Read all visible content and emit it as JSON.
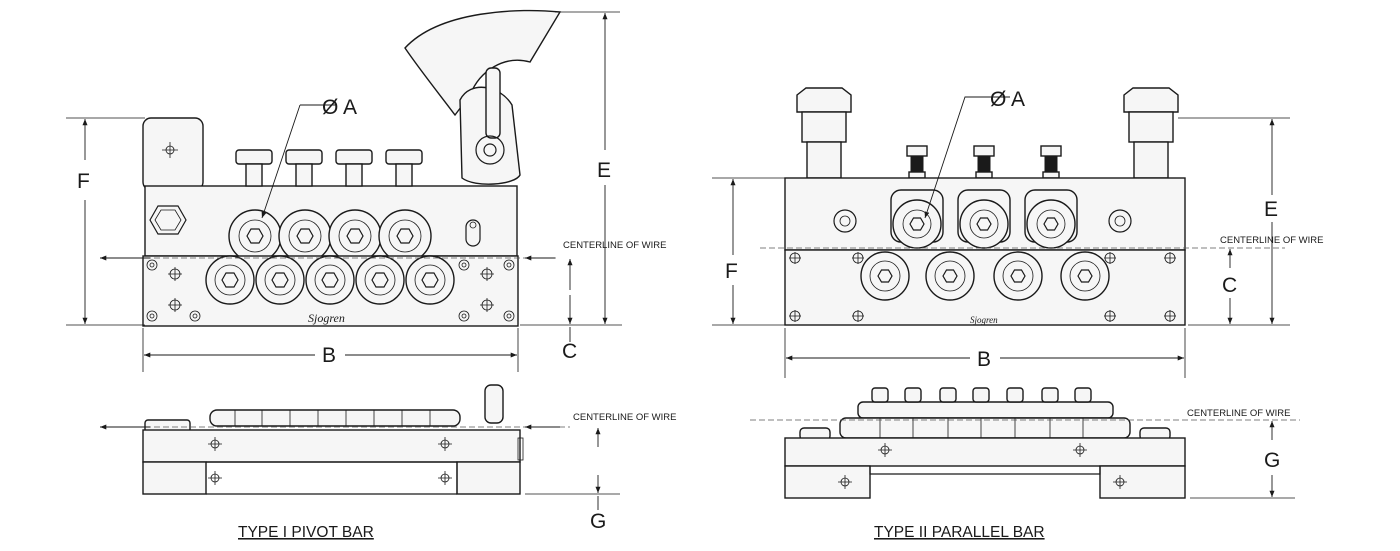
{
  "type1": {
    "title": "TYPE I PIVOT BAR",
    "front": {
      "dia_label": "Ø A",
      "centerline": "CENTERLINE OF WIRE",
      "dim_b": "B",
      "dim_c": "C",
      "dim_e": "E",
      "dim_f": "F",
      "brand": "Sjogren"
    },
    "side": {
      "centerline": "CENTERLINE OF WIRE",
      "dim_g": "G"
    }
  },
  "type2": {
    "title": "TYPE II PARALLEL BAR",
    "front": {
      "dia_label": "Ø A",
      "centerline": "CENTERLINE OF WIRE",
      "dim_b": "B",
      "dim_c": "C",
      "dim_e": "E",
      "dim_f": "F",
      "brand": "Sjogren"
    },
    "side": {
      "centerline": "CENTERLINE OF WIRE",
      "dim_g": "G"
    }
  }
}
